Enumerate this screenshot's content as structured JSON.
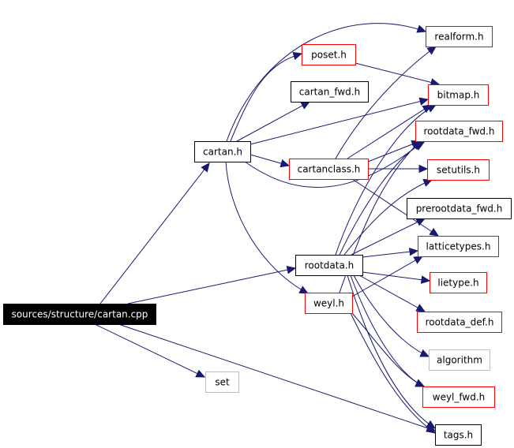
{
  "colors": {
    "edge": "#191970",
    "border_black": "#000000",
    "border_red": "#ff0000",
    "border_gray": "#bfbfbf",
    "root_fill": "#000000",
    "root_text": "#ffffff",
    "text": "#000000"
  },
  "nodes": {
    "root": {
      "label": "sources/structure/cartan.cpp",
      "style": "root"
    },
    "cartan_h": {
      "label": "cartan.h",
      "style": "black"
    },
    "rootdata_h": {
      "label": "rootdata.h",
      "style": "black"
    },
    "set": {
      "label": "set",
      "style": "gray"
    },
    "tags_h": {
      "label": "tags.h",
      "style": "black"
    },
    "realform_h": {
      "label": "realform.h",
      "style": "red"
    },
    "poset_h": {
      "label": "poset.h",
      "style": "red"
    },
    "cartan_fwd_h": {
      "label": "cartan_fwd.h",
      "style": "black"
    },
    "bitmap_h": {
      "label": "bitmap.h",
      "style": "red"
    },
    "cartanclass_h": {
      "label": "cartanclass.h",
      "style": "red"
    },
    "weyl_h": {
      "label": "weyl.h",
      "style": "red"
    },
    "rootdata_fwd_h": {
      "label": "rootdata_fwd.h",
      "style": "red"
    },
    "setutils_h": {
      "label": "setutils.h",
      "style": "red"
    },
    "prerootdata_fwd_h": {
      "label": "prerootdata_fwd.h",
      "style": "black"
    },
    "latticetypes_h": {
      "label": "latticetypes.h",
      "style": "red"
    },
    "lietype_h": {
      "label": "lietype.h",
      "style": "red"
    },
    "rootdata_def_h": {
      "label": "rootdata_def.h",
      "style": "red"
    },
    "algorithm": {
      "label": "algorithm",
      "style": "gray"
    },
    "weyl_fwd_h": {
      "label": "weyl_fwd.h",
      "style": "red"
    }
  },
  "edges": [
    [
      "root",
      "cartan_h"
    ],
    [
      "root",
      "rootdata_h"
    ],
    [
      "root",
      "set"
    ],
    [
      "root",
      "tags_h"
    ],
    [
      "cartan_h",
      "realform_h"
    ],
    [
      "cartan_h",
      "poset_h"
    ],
    [
      "cartan_h",
      "cartan_fwd_h"
    ],
    [
      "cartan_h",
      "bitmap_h"
    ],
    [
      "cartan_h",
      "cartanclass_h"
    ],
    [
      "cartan_h",
      "rootdata_fwd_h"
    ],
    [
      "cartan_h",
      "weyl_h"
    ],
    [
      "poset_h",
      "bitmap_h"
    ],
    [
      "cartanclass_h",
      "realform_h"
    ],
    [
      "cartanclass_h",
      "bitmap_h"
    ],
    [
      "cartanclass_h",
      "rootdata_fwd_h"
    ],
    [
      "cartanclass_h",
      "setutils_h"
    ],
    [
      "cartanclass_h",
      "latticetypes_h"
    ],
    [
      "rootdata_h",
      "bitmap_h"
    ],
    [
      "rootdata_h",
      "rootdata_fwd_h"
    ],
    [
      "rootdata_h",
      "setutils_h"
    ],
    [
      "rootdata_h",
      "prerootdata_fwd_h"
    ],
    [
      "rootdata_h",
      "latticetypes_h"
    ],
    [
      "rootdata_h",
      "lietype_h"
    ],
    [
      "rootdata_h",
      "rootdata_def_h"
    ],
    [
      "rootdata_h",
      "algorithm"
    ],
    [
      "rootdata_h",
      "weyl_fwd_h"
    ],
    [
      "rootdata_h",
      "tags_h"
    ],
    [
      "weyl_h",
      "rootdata_fwd_h"
    ],
    [
      "weyl_h",
      "latticetypes_h"
    ],
    [
      "weyl_h",
      "weyl_fwd_h"
    ],
    [
      "weyl_h",
      "tags_h"
    ]
  ]
}
